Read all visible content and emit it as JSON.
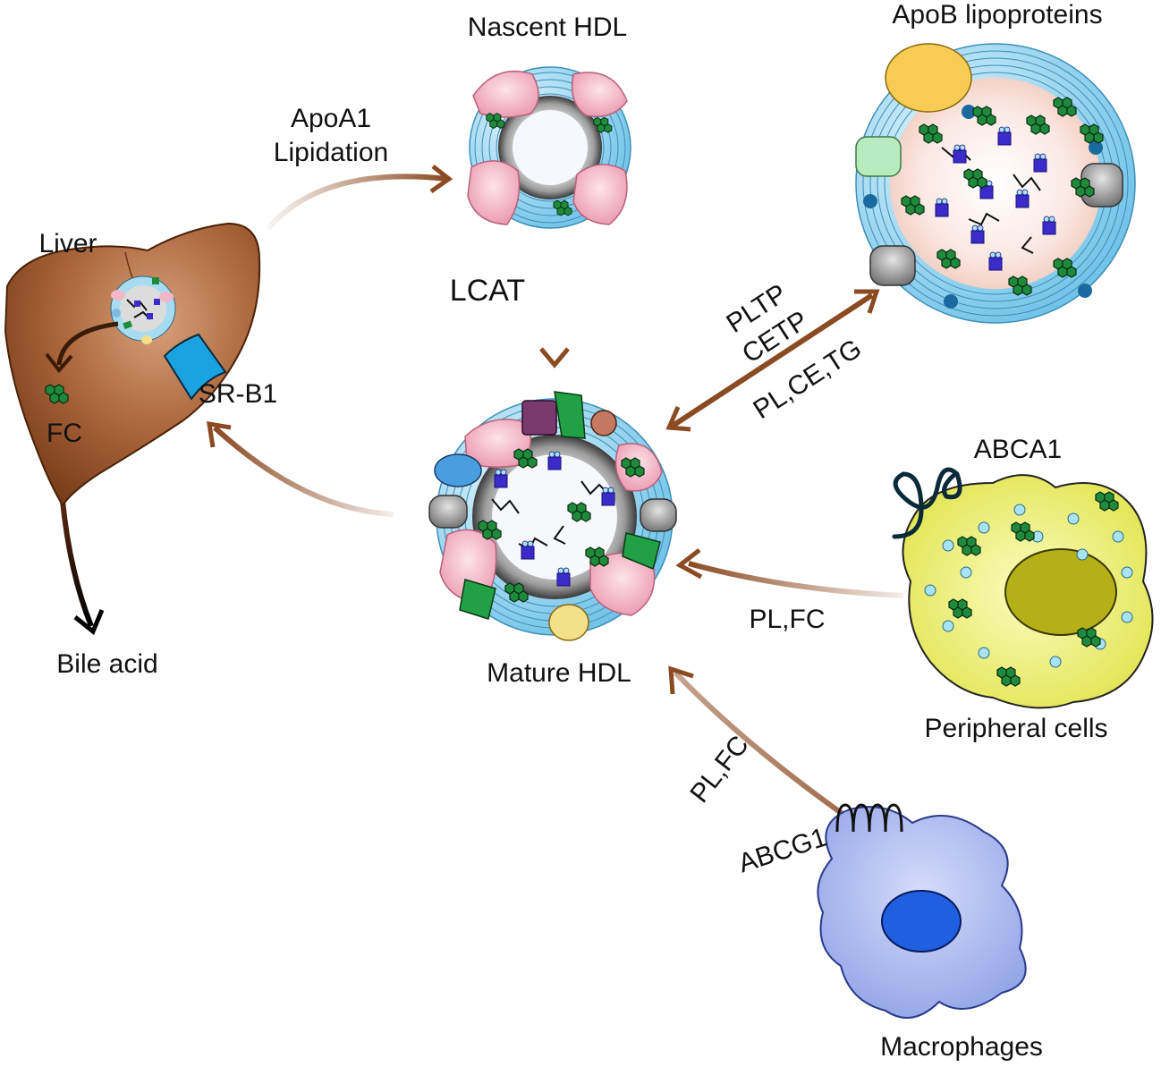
{
  "labels": {
    "nascent_hdl": "Nascent HDL",
    "apob_lipoproteins": "ApoB lipoproteins",
    "apoa1_line1": "ApoA1",
    "apoa1_line2": "Lipidation",
    "liver": "Liver",
    "lcat": "LCAT",
    "pltp": "PLTP",
    "cetp": "CETP",
    "pl_ce_tg": "PL,CE,TG",
    "sr_b1": "SR-B1",
    "fc": "FC",
    "abca1": "ABCA1",
    "pl_fc_peripheral": "PL,FC",
    "bile_acid": "Bile acid",
    "mature_hdl": "Mature HDL",
    "peripheral_cells": "Peripheral cells",
    "pl_fc_macrophage": "PL,FC",
    "abcg1": "ABCG1",
    "macrophages": "Macrophages"
  },
  "colors": {
    "arrow": "#8a4a22",
    "liver": "#9c5a2e",
    "sr_b1": "#1aa3e0",
    "phospholipid": "#8fd0ec",
    "apoa1": "#f3b8c8",
    "cholesterol": "#1f8a3b",
    "ester": "#3b2bc9",
    "peripheral_cell": "#eef07a",
    "nucleus_peripheral": "#b5b017",
    "macrophage": "#aab8ef",
    "nucleus_macrophage": "#1f5fe0"
  }
}
